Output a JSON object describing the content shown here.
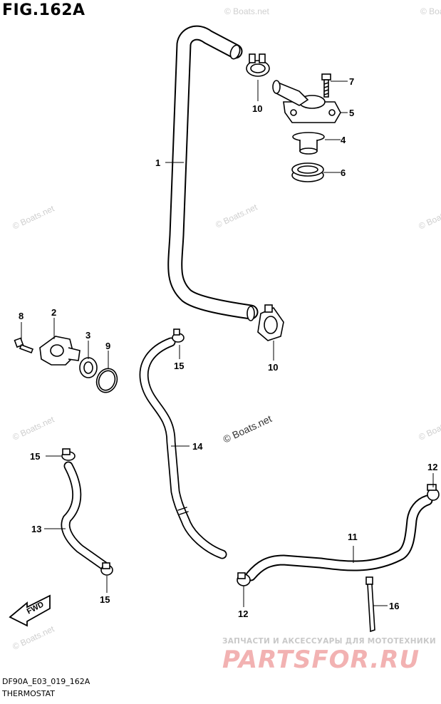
{
  "figure": {
    "title": "FIG.162A",
    "code": "DF90A_E03_019_162A",
    "subtitle": "THERMOSTAT"
  },
  "watermarks": {
    "small": "© Boats.net",
    "main": "© Boats.net",
    "brand_top": "ЗАПЧАСТИ И АКСЕССУАРЫ ДЛЯ МОТОТЕХНИКИ",
    "brand_main": "PARTSFOR.RU"
  },
  "callouts": [
    {
      "key": "c1",
      "label": "1"
    },
    {
      "key": "c2",
      "label": "2"
    },
    {
      "key": "c3",
      "label": "3"
    },
    {
      "key": "c4",
      "label": "4"
    },
    {
      "key": "c5",
      "label": "5"
    },
    {
      "key": "c6",
      "label": "6"
    },
    {
      "key": "c7",
      "label": "7"
    },
    {
      "key": "c8",
      "label": "8"
    },
    {
      "key": "c9",
      "label": "9"
    },
    {
      "key": "c10a",
      "label": "10"
    },
    {
      "key": "c10b",
      "label": "10"
    },
    {
      "key": "c11",
      "label": "11"
    },
    {
      "key": "c12a",
      "label": "12"
    },
    {
      "key": "c12b",
      "label": "12"
    },
    {
      "key": "c13",
      "label": "13"
    },
    {
      "key": "c14",
      "label": "14"
    },
    {
      "key": "c15a",
      "label": "15"
    },
    {
      "key": "c15b",
      "label": "15"
    },
    {
      "key": "c15c",
      "label": "15"
    },
    {
      "key": "c16",
      "label": "16"
    }
  ],
  "fwd_label": "FWD"
}
